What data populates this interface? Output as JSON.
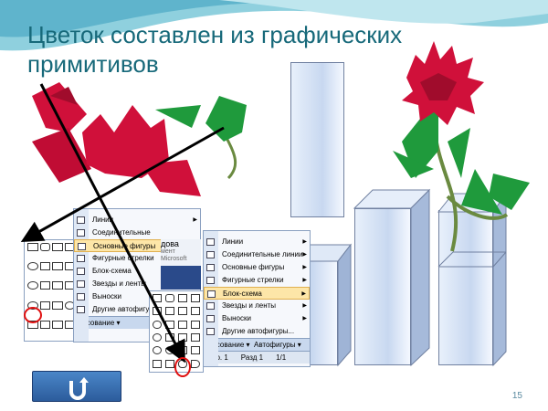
{
  "slide": {
    "title": "Цветок составлен из  графических примитивов",
    "page_number": "15"
  },
  "menu1": {
    "items": [
      "Линии",
      "Соединительные",
      "Основные фигуры",
      "Фигурные стрелки",
      "Блок-схема",
      "Звезды и ленты",
      "Выноски",
      "Другие автофигуры"
    ],
    "highlighted": "Основные фигуры",
    "bar_label": "Рисование ▾",
    "bg_text1": "дова",
    "bg_text2": "мент Microsoft"
  },
  "menu2": {
    "items": [
      "Линии",
      "Соединительные линии",
      "Основные фигуры",
      "Фигурные стрелки",
      "Блок-схема",
      "Звезды и ленты",
      "Выноски",
      "Другие автофигуры..."
    ],
    "highlighted": "Блок-схема",
    "bar_label": "Рисование ▾",
    "autoshapes_label": "Автофигуры ▾",
    "status_page": "Стр. 1",
    "status_section": "Разд 1",
    "status_count": "1/1"
  },
  "colors": {
    "title": "#17697a",
    "petal": "#d0103a",
    "leaf": "#1f9a3c",
    "button": "#3a72b8",
    "highlight": "#fde6a8"
  },
  "nav_button": {
    "icon": "return-arrow-icon"
  }
}
